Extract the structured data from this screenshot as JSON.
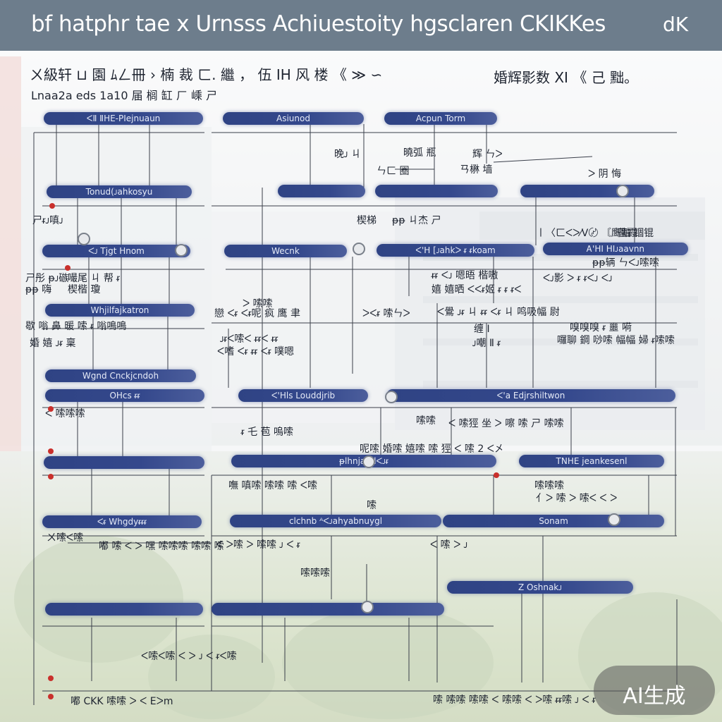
{
  "header": {
    "title": "bf hatphr tae x Urnsss Achiuestoity hgsclaren CKIKKes",
    "right_text": "dK"
  },
  "subtitle": {
    "left_line": "ㄨ級轩 ⊔ 園 ﾑㄥ冊 › 楠 裁 ㄈ. 繼 ， 伍 ⅠH 风 楼 《 ≫ ∽",
    "right_line": "婚辉影数 ⅩⅠ 《 己 黜。",
    "second_line": "Lnaa2a eds 1a10 届 榈 缸 ㄏ 嵊 ㄕ"
  },
  "bars": [
    {
      "label": "ᐸⅡ ⅡHE-PIejnuaun"
    },
    {
      "label": "Asiunod"
    },
    {
      "label": "Acpun Torm"
    },
    {
      "label": "Tonud(ᴊahkosyu"
    },
    {
      "label": ""
    },
    {
      "label": ""
    },
    {
      "label": ""
    },
    {
      "label": "ᐸᴊ Tjgt Hnom"
    },
    {
      "label": "Wecnk"
    },
    {
      "label": "ᐸ'H [ᴊahkᐳ ᵲ ᵲkoam"
    },
    {
      "label": "Ꭺ'HI HIᴊaavnn"
    },
    {
      "label": "Whjilfajkatron"
    },
    {
      "label": "Wgnd Cnckjcndoh"
    },
    {
      "label": "OHcs ᵲᵲ"
    },
    {
      "label": "ᐸ'Hls Louddjrib"
    },
    {
      "label": "ᐸ'a Edjrshiltwon"
    },
    {
      "label": ""
    },
    {
      "label": "ᵽlhnjahdᐸᴊᵲ"
    },
    {
      "label": "TNHE jeankesenl"
    },
    {
      "label": "ᐸᵲ Whgdyᵲᵲᵲ"
    },
    {
      "label": "clchnb ᴬᐸᴊahyabnuygl"
    },
    {
      "label": "Sonam"
    },
    {
      "label": "Z Oshnakᴊ"
    }
  ],
  "labels": [
    "晚ᴊ ㄐ",
    "曉弧 瓶",
    "ㄣㄈ 圈",
    "ㄢ楙 墙",
    "ᐳ 阴 悔",
    "辉 ㄣᐳ",
    "楔梯",
    "ᵽᵽ ㄐ杰 ㄕ",
    "ㄕ",
    "ᵲᴊ嗔ᴊ",
    "菩霞",
    "〡〈ㄈᐸᐳ⁄Ⅴ〄 〘鹰鼬 锢锟",
    "ᵽᵽ辆 ㄣᐸᴊ嗦嗦",
    "ᐸᴊ影 ᐳ ᵲ ᵲᐸᴊ ᐸᴊ",
    "ㄕ彤 ᵽᴊ䃚",
    "嘬尾 ㄐ 帮 ᵲ",
    "ᵽᵽ 嗨",
    "楔楷 瓊",
    "ᵲᵲ ᐸᴊ 嗯晤 楷嗷",
    "嬉 嬉晒 ᐸᐸᵲ姬 ᵲ ᵲ ᵲᐸ",
    "ᐳ 嗦嗦",
    "戀 ᐸᵲ ᐸᵲ呢 疯 鹰 聿",
    "ᐳᐸᵲ 嗦ㄣᐳ",
    "ᐸ鷽 ᴊᵲ ㄐ ᵲᵲ ᐸᵲ ㄐ 鸣吸幅 尉",
    "歇 嗡 鼻 暖 嗦 ᵲ 嗡鳴鳴",
    "缠 Ⅰ",
    "嗅嗅嗅 ᵲ 噩 嗬",
    "囉聊 鋼 唦嗦 幅幅 婦 ᵲ嗦嗦",
    "婚 嬉 ᴊᵲ 稟",
    "ᴊᵲᐸ嗦ᐸ ᵲᵲᐸ ᵲᵲ",
    "ᐸ嗜 ᐸᵲ ᵲᵲ ᐸᵲ 噗嗯",
    "ᴊ嘲 Ⅱ ᵲ",
    "嗦嗦",
    "ᵲ 乇 苞 嗚嗦",
    "ᐸ 嗦㹵 坐 ᐳ 嚓 嗦 ㄕ 嗦嗦",
    "呢嗦 婚嗦 嬉嗦 嗦 㹵 ᐸ 嗦 2 ᐸ㐅",
    "嘸 嗔嗦 嗦嗦 嗦 ᐸ嗦",
    "嗦嗦嗦",
    "亻ᐳ 嗦 ᐳ 嗦ᐸ ᐸ ᐳ",
    "嗦",
    "嘟 嗦 ᐸ ᐳ 嘿 嗦嗦嗦 嗦嗦 嗦",
    "ᐸ ᐳ嗦 ᐳ 嗦嗦 ᴊ ᐸ ᵲ",
    "ᐸ 嗦 ᐳ ᴊ",
    "嗦嗦嗦",
    "ᐸ嗦ᐸ嗦 ᐸ ᐳ ᴊ ᐸ ᵲᐸ嗦",
    "ㄨ嗦ᐸ嗦",
    "ᐸ 嗦嗦嗦"
  ],
  "footer": {
    "left": "嘟 CKK 嗦嗦 ᐳ ᐸ Eᐳm",
    "right": "嗦 嗦嗦 嗦嗦 ᐸ 嗦嗦 ᐸ ᐳ嗦 ᵲᵲ嗦 ᴊ ᐸ ᵲ"
  },
  "watermark": "AI生成",
  "colors": {
    "title_bar": "#6d7d8c",
    "bar_fill": "#2f4384",
    "line": "#3a3f4a",
    "accent_dot": "#c9302c"
  }
}
